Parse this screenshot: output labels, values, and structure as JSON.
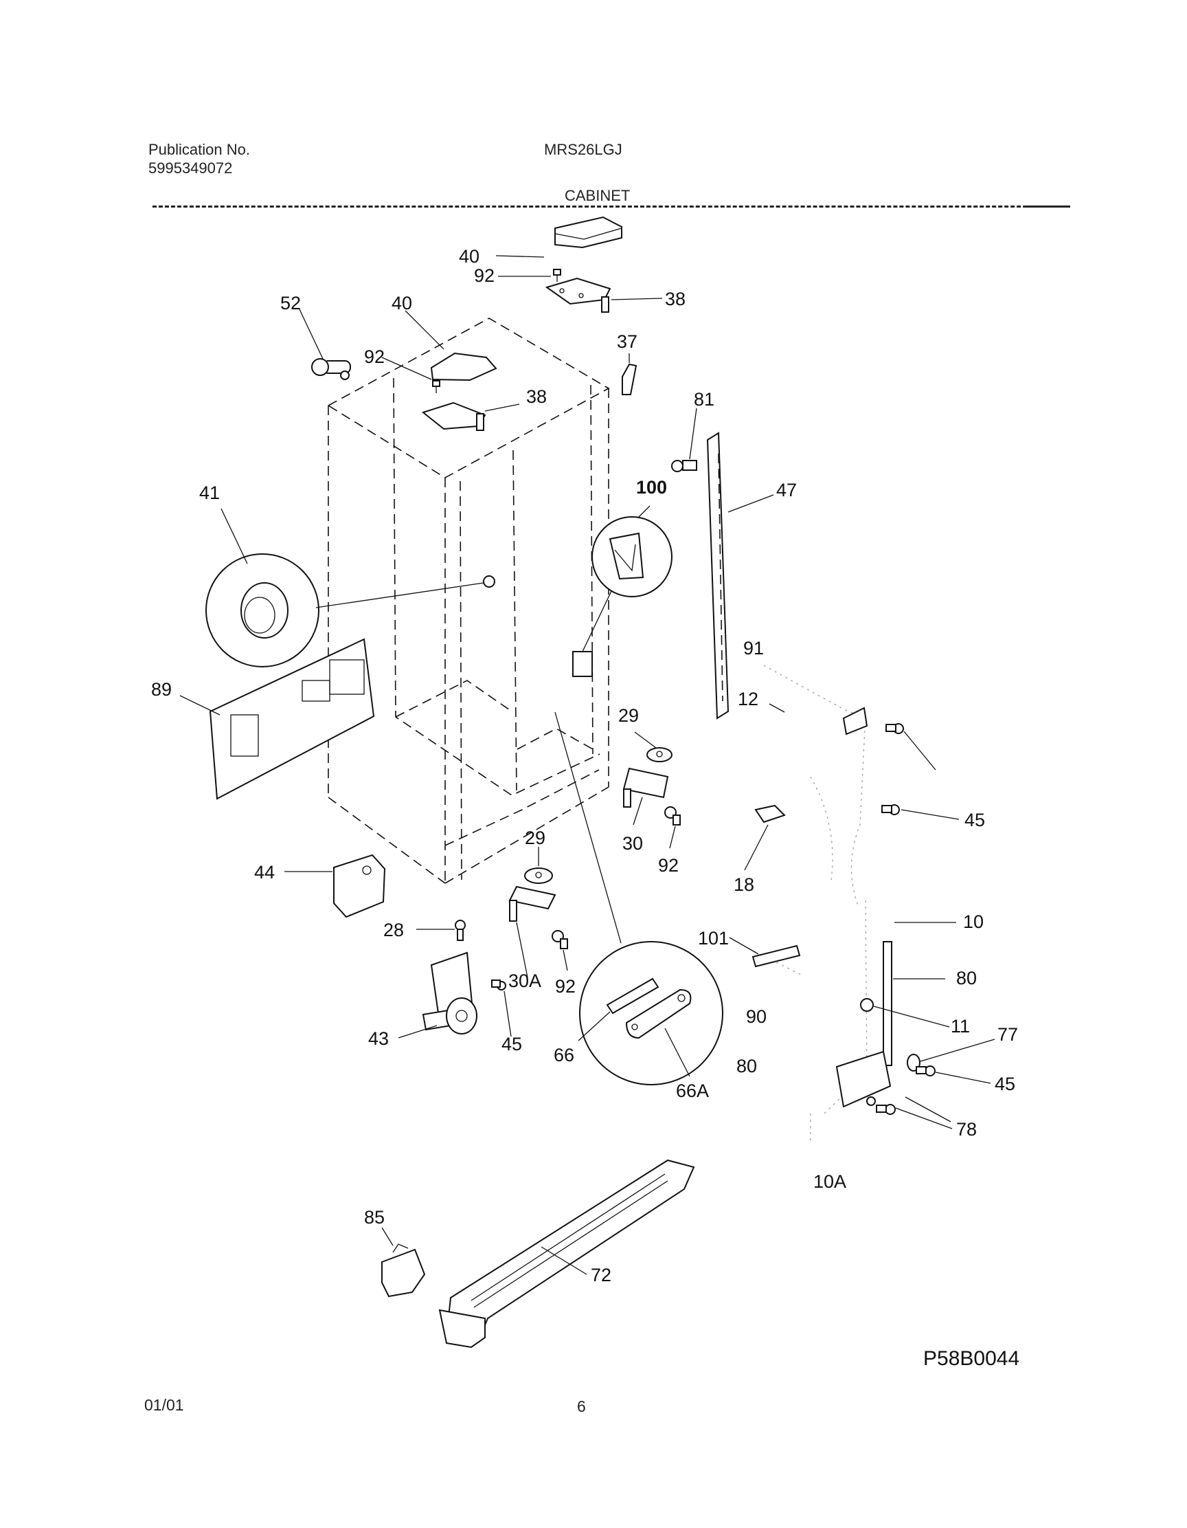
{
  "header": {
    "publication_label": "Publication No.",
    "publication_number": "5995349072",
    "model": "MRS26LGJ",
    "section_title": "CABINET"
  },
  "callouts": {
    "c40a": "40",
    "c92a": "92",
    "c38a": "38",
    "c52": "52",
    "c40b": "40",
    "c92b": "92",
    "c38b": "38",
    "c37": "37",
    "c81": "81",
    "c47": "47",
    "c41": "41",
    "c100": "100",
    "c91": "91",
    "c89": "89",
    "c12": "12",
    "c29a": "29",
    "c45a": "45",
    "c30": "30",
    "c92c": "92",
    "c18": "18",
    "c29b": "29",
    "c44": "44",
    "c28": "28",
    "c10": "10",
    "c101": "101",
    "c80a": "80",
    "c30a": "30A",
    "c92d": "92",
    "c90": "90",
    "c11": "11",
    "c77": "77",
    "c43": "43",
    "c45b": "45",
    "c66": "66",
    "c80b": "80",
    "c45c": "45",
    "c66a": "66A",
    "c78": "78",
    "c10a": "10A",
    "c85": "85",
    "c72": "72"
  },
  "footer": {
    "diagram_code": "P58B0044",
    "date": "01/01",
    "page_number": "6"
  }
}
